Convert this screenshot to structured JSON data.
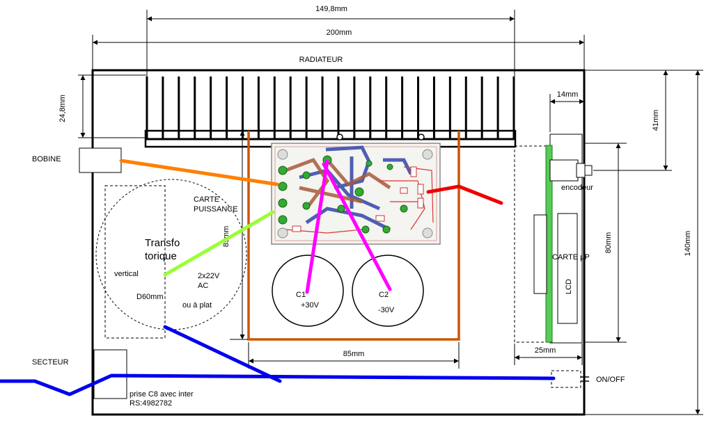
{
  "dimensions": {
    "heatsink_width": "149,8mm",
    "box_width": "200mm",
    "heatsink_height": "24,8mm",
    "board_height": "85mm",
    "board_width": "85mm",
    "up_width": "14mm",
    "encoder_height": "41mm",
    "up_height": "80mm",
    "box_height": "140mm",
    "up_depth": "25mm"
  },
  "labels": {
    "radiator": "RADIATEUR",
    "coil": "BOBINE",
    "power_board_line1": "CARTE",
    "power_board_line2": "PUISSANCE",
    "transformer_line1": "Transfo",
    "transformer_line2": "torique",
    "vertical": "vertical",
    "diameter": "D60mm",
    "voltage_ac_line1": "2x22V",
    "voltage_ac_line2": "AC",
    "flat": "ou à plat",
    "c1": "C1",
    "c1_voltage": "+30V",
    "c2": "C2",
    "c2_voltage": "-30V",
    "mains": "SECTEUR",
    "socket_line1": "prise C8 avec inter",
    "socket_line2": "RS:4982782",
    "encoder": "encodeur",
    "up_board": "CARTE µP",
    "lcd": "LCD",
    "onoff": "ON/OFF"
  },
  "colors": {
    "orange_wire": "#ff8000",
    "green_wire": "#99ff33",
    "magenta_wire": "#ff00ff",
    "red_wire": "#ee0000",
    "blue_wire": "#0000ee",
    "board_frame": "#cc5500",
    "up_board": "#22aa22"
  }
}
